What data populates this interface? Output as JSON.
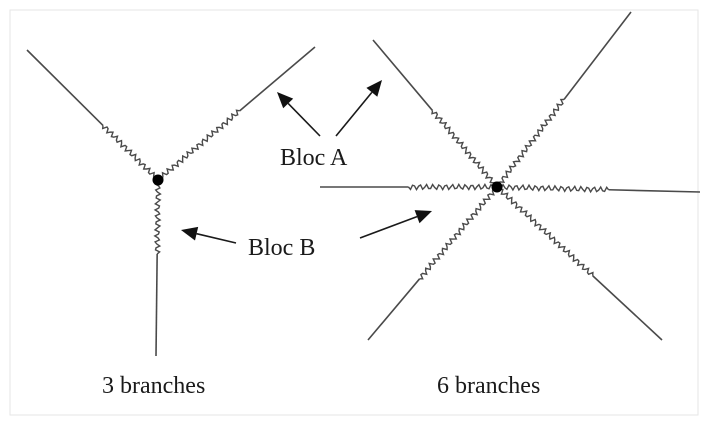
{
  "labels": {
    "bloc_a": "Bloc A",
    "bloc_b": "Bloc B",
    "three_branches": "3 branches",
    "six_branches": "6 branches"
  }
}
